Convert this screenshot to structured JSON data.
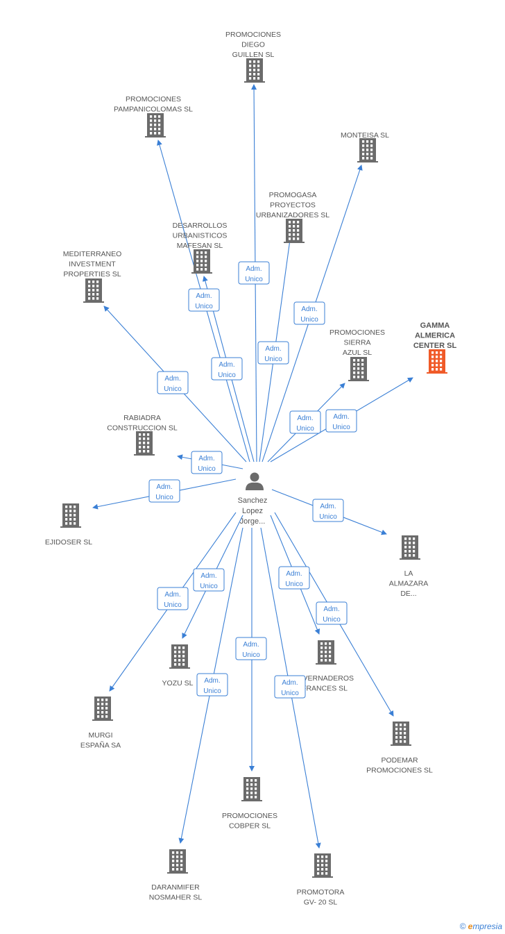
{
  "colors": {
    "edge": "#3a7fd5",
    "building": "#6b6b6b",
    "highlight": "#f05a28",
    "person": "#6b6b6b"
  },
  "center": {
    "name_lines": [
      "Sanchez",
      "Lopez",
      "Jorge..."
    ],
    "icon": "person-icon"
  },
  "edge_label": [
    "Adm.",
    "Unico"
  ],
  "companies": [
    {
      "id": "promociones-diego-guillen",
      "lines": [
        "PROMOCIONES",
        "DIEGO",
        "GUILLEN SL"
      ],
      "highlight": false
    },
    {
      "id": "promociones-pampanicolomas",
      "lines": [
        "PROMOCIONES",
        "PAMPANICOLOMAS SL"
      ],
      "highlight": false
    },
    {
      "id": "monteisa",
      "lines": [
        "MONTEISA SL"
      ],
      "highlight": false
    },
    {
      "id": "promogasa",
      "lines": [
        "PROMOGASA",
        "PROYECTOS",
        "URBANIZADORES SL"
      ],
      "highlight": false
    },
    {
      "id": "desarrollos-mafesan",
      "lines": [
        "DESARROLLOS",
        "URBANISTICOS",
        "MAFESAN SL"
      ],
      "highlight": false
    },
    {
      "id": "mediterraneo",
      "lines": [
        "MEDITERRANEO",
        "INVESTMENT",
        "PROPERTIES SL"
      ],
      "highlight": false
    },
    {
      "id": "gamma-almerica",
      "lines": [
        "GAMMA",
        "ALMERICA",
        "CENTER SL"
      ],
      "highlight": true
    },
    {
      "id": "promociones-sierra-azul",
      "lines": [
        "PROMOCIONES",
        "SIERRA",
        "AZUL SL"
      ],
      "highlight": false
    },
    {
      "id": "rabiadra",
      "lines": [
        "RABIADRA",
        "CONSTRUCCION SL"
      ],
      "highlight": false
    },
    {
      "id": "ejidoser",
      "lines": [
        "EJIDOSER SL"
      ],
      "highlight": false
    },
    {
      "id": "la-almazara",
      "lines": [
        "LA",
        "ALMAZARA",
        "DE..."
      ],
      "highlight": false
    },
    {
      "id": "yozu",
      "lines": [
        "YOZU SL"
      ],
      "highlight": false
    },
    {
      "id": "invernaderos-frances",
      "lines": [
        "INVERNADEROS",
        "FRANCES SL"
      ],
      "highlight": false
    },
    {
      "id": "murgi-espana",
      "lines": [
        "MURGI",
        "ESPAÑA SA"
      ],
      "highlight": false
    },
    {
      "id": "podemar",
      "lines": [
        "PODEMAR",
        "PROMOCIONES SL"
      ],
      "highlight": false
    },
    {
      "id": "promociones-cobper",
      "lines": [
        "PROMOCIONES",
        "COBPER SL"
      ],
      "highlight": false
    },
    {
      "id": "daranmifer",
      "lines": [
        "DARANMIFER",
        "NOSMAHER SL"
      ],
      "highlight": false
    },
    {
      "id": "promotora-gv20",
      "lines": [
        "PROMOTORA",
        "GV- 20 SL"
      ],
      "highlight": false
    }
  ],
  "footer": {
    "copyright": "©",
    "brand_e": "e",
    "brand_rest": "mpresia"
  }
}
